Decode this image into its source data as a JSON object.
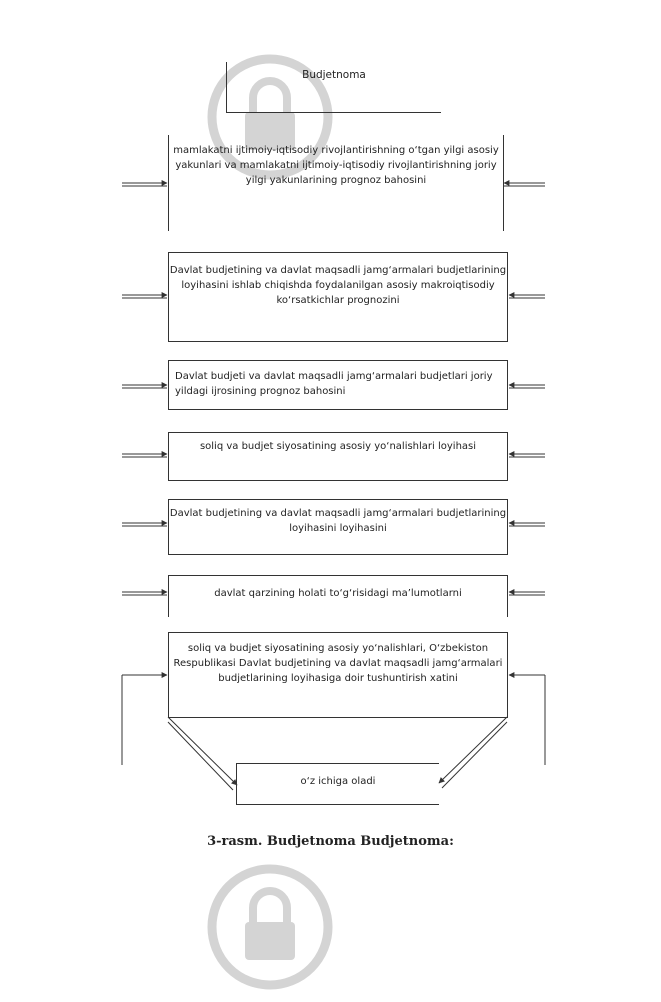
{
  "diagram": {
    "title_box": "Budjetnoma",
    "box1": "mamlakatni ijtimoiy-iqtisodiy rivojlantirishning o‘tgan yilgi asosiy\nyakunlari va mamlakatni ijtimoiy-iqtisodiy rivojlantirishning joriy\nyilgi yakunlarining prognoz bahosini",
    "box2": "Davlat budjetining va davlat maqsadli jamg‘armalari budjetlarining\nloyihasini ishlab chiqishda foydalanilgan asosiy makroiqtisodiy\nko‘rsatkichlar prognozini",
    "box3": "Davlat budjeti va davlat maqsadli jamg‘armalari budjetlari joriy\nyildagi ijrosining prognoz bahosini",
    "box4": "soliq va budjet siyosatining asosiy yo‘nalishlari loyihasi",
    "box5": "Davlat budjetining va davlat maqsadli jamg‘armalari budjetlarining\nloyihasini loyihasini",
    "box6": "davlat qarzining holati to‘g‘risidagi ma’lumotlarni",
    "box7": "soliq va budjet siyosatining asosiy yo‘nalishlari, O‘zbekiston\nRespublikasi Davlat budjetining va davlat maqsadli jamg‘armalari\nbudjetlarining loyihasiga doir tushuntirish xatini",
    "box8": "o‘z ichiga oladi"
  },
  "caption": "3-rasm. Budjetnoma Budjetnoma:",
  "icons": [
    "lock-icon",
    "lock-icon"
  ],
  "colors": {
    "line": "#333333",
    "watermark": "#d4d4d4"
  }
}
